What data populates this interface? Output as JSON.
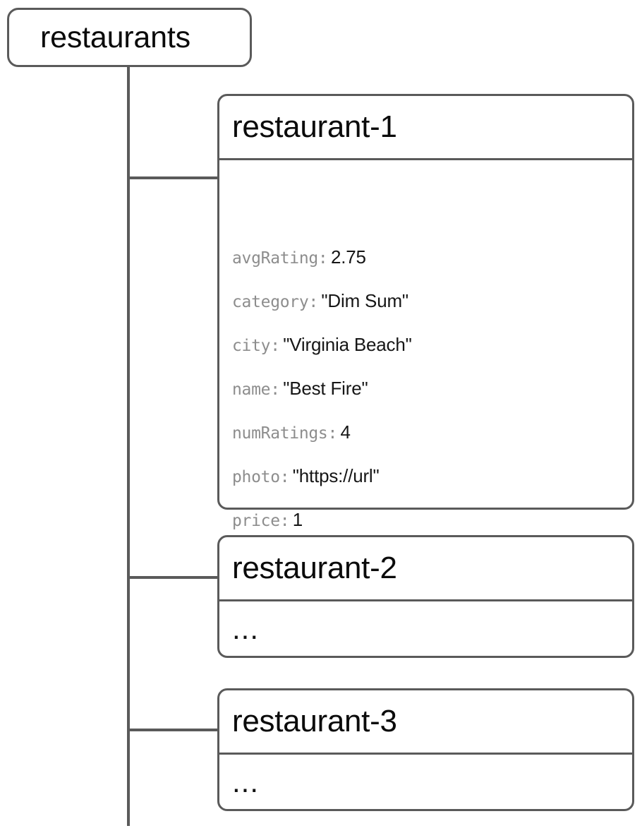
{
  "diagram": {
    "type": "database-tree",
    "root": {
      "label": "restaurants",
      "kind": "collection"
    },
    "documents": [
      {
        "id": "restaurant-1",
        "expanded": true,
        "fields": [
          {
            "key": "avgRating:",
            "value": "2.75"
          },
          {
            "key": "category:",
            "value": "\"Dim Sum\""
          },
          {
            "key": "city:",
            "value": "\"Virginia Beach\""
          },
          {
            "key": "name:",
            "value": "\"Best Fire\""
          },
          {
            "key": "numRatings:",
            "value": "4"
          },
          {
            "key": "photo:",
            "value": "\"https://url\""
          },
          {
            "key": "price:",
            "value": "1"
          }
        ]
      },
      {
        "id": "restaurant-2",
        "expanded": false,
        "placeholder": "..."
      },
      {
        "id": "restaurant-3",
        "expanded": false,
        "placeholder": "..."
      }
    ]
  },
  "colors": {
    "stroke": "#5a5a5a",
    "key_text": "#8d8d8d",
    "value_text": "#161616",
    "title_text": "#0b0b0b",
    "background": "#ffffff"
  }
}
